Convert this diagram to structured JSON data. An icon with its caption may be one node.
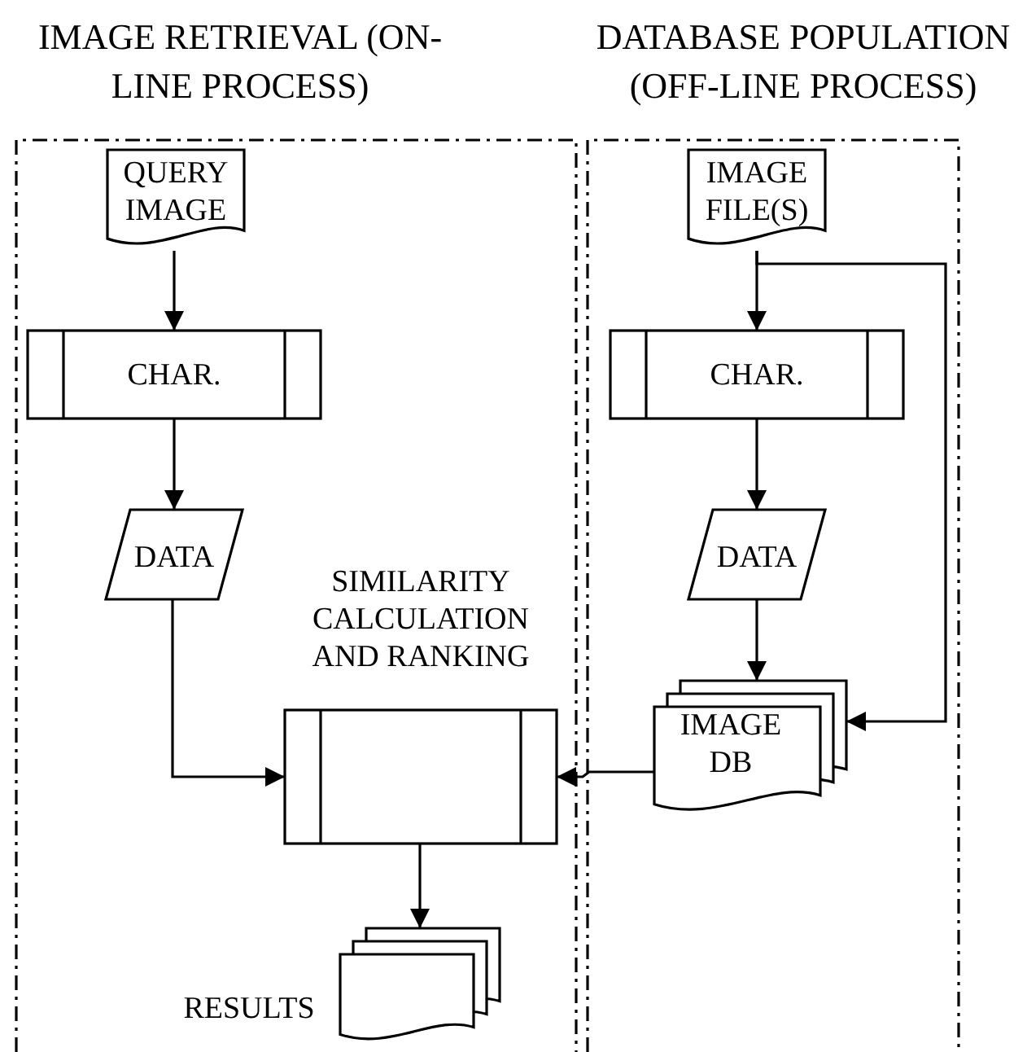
{
  "diagram": {
    "nodes": [
      {
        "text": [
          "IMAGE RETRIEVAL (ON-LINE PROCESS)"
        ]
      },
      {
        "text": [
          "QUERY IMAGE"
        ],
        "in": 0
      },
      {
        "text": [
          "CHAR."
        ],
        "in": 0
      },
      {
        "text": [
          "DATA"
        ],
        "in": 0
      },
      {
        "text": [
          "SIMILARITY CALCULATION AND RANKING"
        ],
        "in": 0
      },
      {
        "text": [
          "RESULTS"
        ],
        "in": 0
      },
      {
        "text": [
          "DATABASE POPULATION (OFF-LINE PROCESS)"
        ]
      },
      {
        "text": [
          "IMAGE FILE(S)"
        ],
        "in": 6
      },
      {
        "text": [
          "CHAR."
        ],
        "in": 6
      },
      {
        "text": [
          "DATA"
        ],
        "in": 6
      },
      {
        "text": [
          "IMAGE DB"
        ],
        "in": 6
      }
    ],
    "edges": [
      {
        "from": 1,
        "to": 2,
        "arrow": "to"
      },
      {
        "from": 2,
        "to": 3,
        "arrow": "to"
      },
      {
        "from": 3,
        "to": 4,
        "arrow": "to"
      },
      {
        "from": 4,
        "to": 5,
        "arrow": "to"
      },
      {
        "from": 7,
        "to": 8,
        "arrow": "to"
      },
      {
        "from": 8,
        "to": 9,
        "arrow": "to"
      },
      {
        "from": 9,
        "to": 10,
        "arrow": "to"
      },
      {
        "from": 7,
        "to": 10,
        "arrow": "to"
      },
      {
        "from": 10,
        "to": 4,
        "arrow": "to"
      }
    ]
  }
}
